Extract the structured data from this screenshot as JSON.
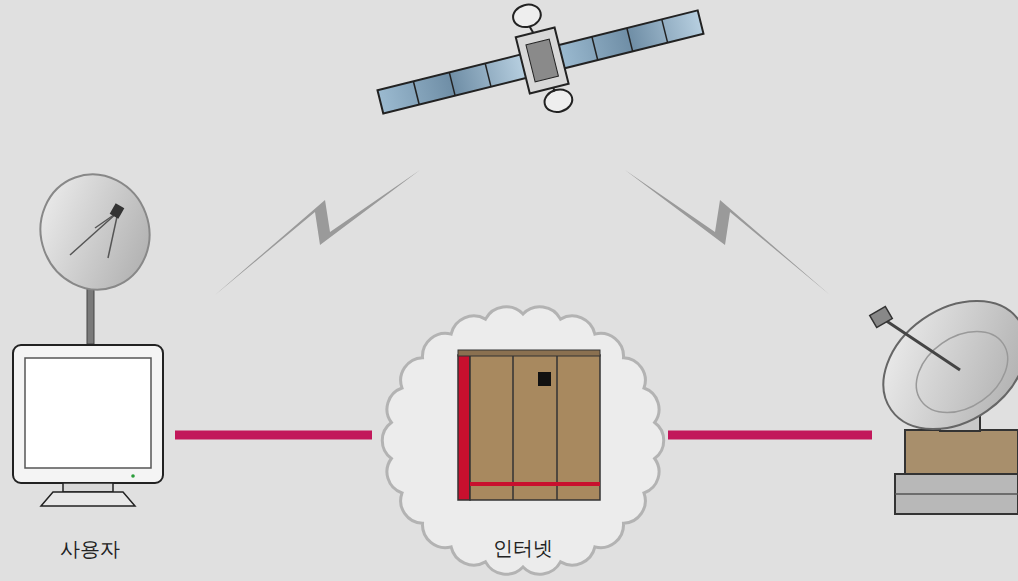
{
  "diagram": {
    "nodes": [
      {
        "text": [
          "사용자"
        ]
      },
      {
        "text": [
          "인터넷"
        ]
      }
    ],
    "edges": [
      {
        "from": 0,
        "to": 1,
        "arrow": "none"
      }
    ]
  }
}
